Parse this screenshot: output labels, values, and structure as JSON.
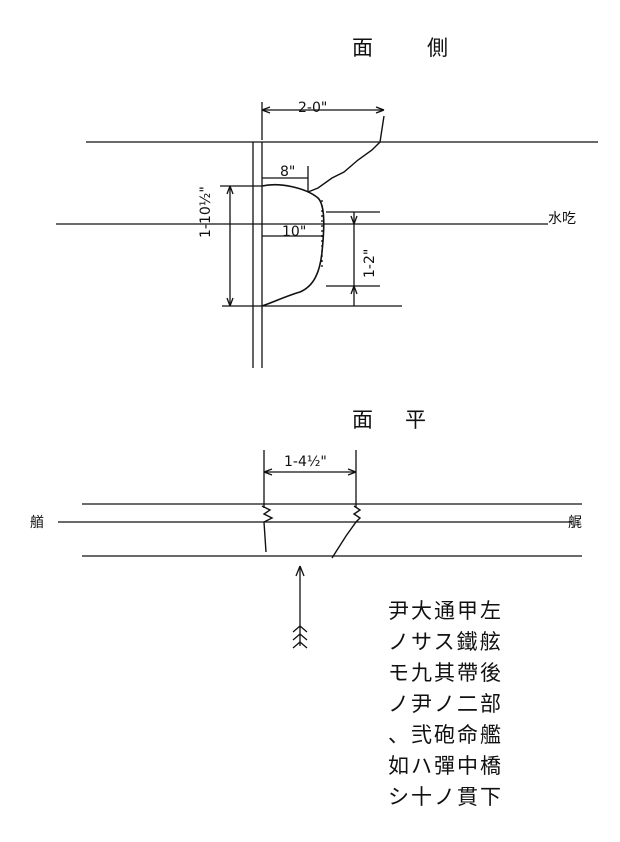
{
  "headings": {
    "side_view": [
      "面",
      "側"
    ],
    "plan_view": [
      "面",
      "平"
    ]
  },
  "side_view": {
    "width_dim": "2-0\"",
    "upper_dim": "8\"",
    "lower_dim": "10\"",
    "height_dim": "1-10½\"",
    "waterline_dim": "1-2\"",
    "waterline_label": "水吃"
  },
  "plan_view": {
    "length_dim": "1-4½\"",
    "left_label": "艏",
    "right_label": "艉"
  },
  "note_lines": [
    "尹大通甲左",
    "ノサス鐵舷",
    "モ九其帶後",
    "ノ尹ノ二部",
    "、弐砲命艦",
    "如ハ彈中橋",
    "シ十ノ貫下"
  ]
}
